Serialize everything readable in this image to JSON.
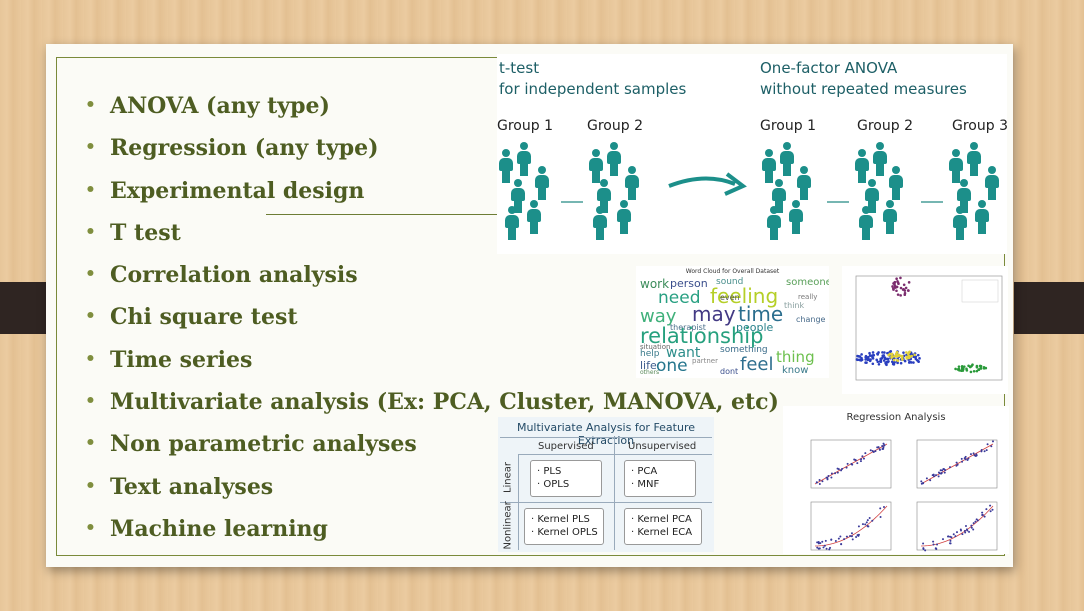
{
  "bullets": [
    "ANOVA (any type)",
    "Regression (any type)",
    "Experimental design",
    "T test",
    "Correlation analysis",
    "Chi square test",
    "Time series",
    "Multivariate analysis (Ex: PCA, Cluster, MANOVA, etc)",
    "Non parametric analyses",
    "Text analyses",
    "Machine learning"
  ],
  "anova_figure": {
    "left_title_1": "t-test",
    "left_title_2": "for independent samples",
    "right_title_1": "One-factor ANOVA",
    "right_title_2": "without repeated measures",
    "groups_left": [
      "Group 1",
      "Group 2"
    ],
    "groups_right": [
      "Group 1",
      "Group 2",
      "Group 3"
    ]
  },
  "wordcloud": {
    "title": "Word Cloud for Overall Dataset",
    "words": [
      "work",
      "person",
      "sound",
      "someone",
      "feeling",
      "need",
      "way",
      "may",
      "time",
      "even",
      "think",
      "therapist",
      "people",
      "change",
      "relationship",
      "help",
      "situation",
      "want",
      "life",
      "something",
      "thing",
      "one",
      "feel",
      "partner",
      "dont",
      "know",
      "others",
      "really"
    ]
  },
  "multivariate_table": {
    "title": "Multivariate Analysis for Feature Extraction",
    "col_headers": [
      "Supervised",
      "Unsupervised"
    ],
    "row_headers": [
      "Linear",
      "Nonlinear"
    ],
    "cells": [
      [
        "· PLS",
        "· OPLS"
      ],
      [
        "· PCA",
        "· MNF"
      ],
      [
        "· Kernel PLS",
        "· Kernel OPLS"
      ],
      [
        "· Kernel PCA",
        "· Kernel ECA"
      ]
    ]
  },
  "regression_figure": {
    "title": "Regression Analysis"
  },
  "colors": {
    "bullet_text": "#4e5d22",
    "figure_teal": "#1c8f8a",
    "frame": "#7a8a3a"
  }
}
